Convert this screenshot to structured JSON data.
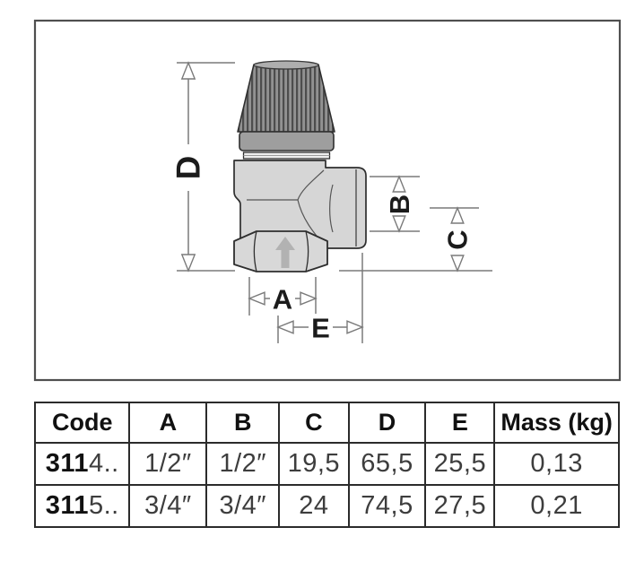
{
  "diagram": {
    "dimension_labels": {
      "a": "A",
      "b": "B",
      "c": "C",
      "d": "D",
      "e": "E"
    },
    "colors": {
      "body_fill": "#d6d6d6",
      "cap_rib_dark": "#4d4d4d",
      "cap_rib_light": "#929292",
      "collar_fill": "#9e9e9e",
      "outline": "#2e2e2e",
      "dimension_line": "#7a7a7a",
      "flow_arrow": "#b2b2b2"
    }
  },
  "table": {
    "headers": [
      "Code",
      "A",
      "B",
      "C",
      "D",
      "E",
      "Mass (kg)"
    ],
    "rows": [
      {
        "code_prefix": "311",
        "code_suffix": "4..",
        "a": "1/2″",
        "b": "1/2″",
        "c": "19,5",
        "d": "65,5",
        "e": "25,5",
        "mass": "0,13"
      },
      {
        "code_prefix": "311",
        "code_suffix": "5..",
        "a": "3/4″",
        "b": "3/4″",
        "c": "24",
        "d": "74,5",
        "e": "27,5",
        "mass": "0,21"
      }
    ]
  }
}
